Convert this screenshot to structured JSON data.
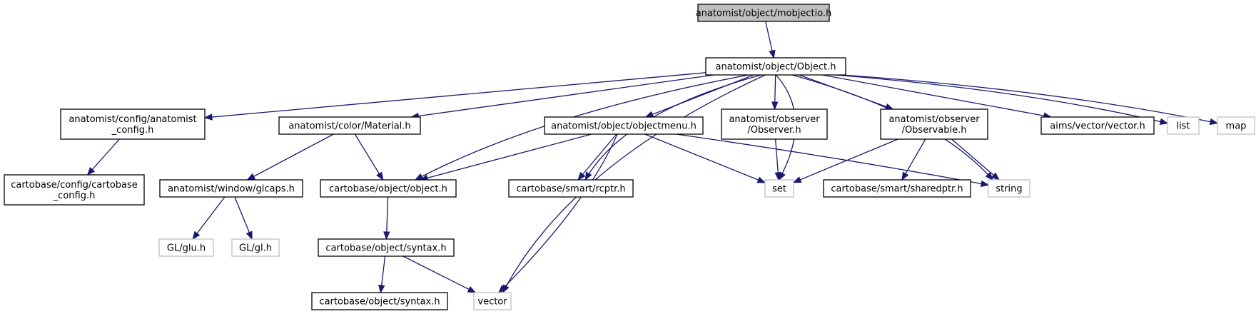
{
  "colors": {
    "edge": "#191970",
    "root_fill": "#bfbfbf",
    "node_border": "#000000",
    "external_border": "#bfbfbf",
    "background": "#ffffff"
  },
  "nodes": [
    {
      "id": "mobjectio",
      "kind": "root",
      "lines": [
        "anatomist/object/mobjectio.h"
      ]
    },
    {
      "id": "object_h",
      "kind": "normal",
      "lines": [
        "anatomist/object/Object.h"
      ]
    },
    {
      "id": "anatomist_config",
      "kind": "normal",
      "lines": [
        "anatomist/config/anatomist",
        "_config.h"
      ]
    },
    {
      "id": "cartobase_config",
      "kind": "normal",
      "lines": [
        "cartobase/config/cartobase",
        "_config.h"
      ]
    },
    {
      "id": "material",
      "kind": "normal",
      "lines": [
        "anatomist/color/Material.h"
      ]
    },
    {
      "id": "glcaps",
      "kind": "normal",
      "lines": [
        "anatomist/window/glcaps.h"
      ]
    },
    {
      "id": "glu",
      "kind": "external",
      "lines": [
        "GL/glu.h"
      ]
    },
    {
      "id": "gl",
      "kind": "external",
      "lines": [
        "GL/gl.h"
      ]
    },
    {
      "id": "cb_object",
      "kind": "normal",
      "lines": [
        "cartobase/object/object.h"
      ]
    },
    {
      "id": "cb_syntax",
      "kind": "normal",
      "lines": [
        "cartobase/object/syntax.h"
      ]
    },
    {
      "id": "cb_syntax2",
      "kind": "normal",
      "lines": [
        "cartobase/object/syntax.h"
      ]
    },
    {
      "id": "vector",
      "kind": "external",
      "lines": [
        "vector"
      ]
    },
    {
      "id": "objectmenu",
      "kind": "normal",
      "lines": [
        "anatomist/object/objectmenu.h"
      ]
    },
    {
      "id": "rcptr",
      "kind": "normal",
      "lines": [
        "cartobase/smart/rcptr.h"
      ]
    },
    {
      "id": "observer",
      "kind": "normal",
      "lines": [
        "anatomist/observer",
        "/Observer.h"
      ]
    },
    {
      "id": "set",
      "kind": "external",
      "lines": [
        "set"
      ]
    },
    {
      "id": "observable",
      "kind": "normal",
      "lines": [
        "anatomist/observer",
        "/Observable.h"
      ]
    },
    {
      "id": "sharedptr",
      "kind": "normal",
      "lines": [
        "cartobase/smart/sharedptr.h"
      ]
    },
    {
      "id": "string",
      "kind": "external",
      "lines": [
        "string"
      ]
    },
    {
      "id": "aims_vector",
      "kind": "normal",
      "lines": [
        "aims/vector/vector.h"
      ]
    },
    {
      "id": "list",
      "kind": "external",
      "lines": [
        "list"
      ]
    },
    {
      "id": "map",
      "kind": "external",
      "lines": [
        "map"
      ]
    }
  ],
  "edges": [
    [
      "mobjectio",
      "object_h"
    ],
    [
      "object_h",
      "anatomist_config"
    ],
    [
      "object_h",
      "material"
    ],
    [
      "object_h",
      "cb_object"
    ],
    [
      "object_h",
      "vector"
    ],
    [
      "object_h",
      "rcptr"
    ],
    [
      "object_h",
      "objectmenu"
    ],
    [
      "object_h",
      "observer"
    ],
    [
      "object_h",
      "set"
    ],
    [
      "object_h",
      "observable"
    ],
    [
      "object_h",
      "string"
    ],
    [
      "object_h",
      "aims_vector"
    ],
    [
      "object_h",
      "list"
    ],
    [
      "object_h",
      "map"
    ],
    [
      "anatomist_config",
      "cartobase_config"
    ],
    [
      "material",
      "glcaps"
    ],
    [
      "material",
      "cb_object"
    ],
    [
      "glcaps",
      "glu"
    ],
    [
      "glcaps",
      "gl"
    ],
    [
      "cb_object",
      "cb_syntax"
    ],
    [
      "cb_syntax",
      "cb_syntax2"
    ],
    [
      "cb_syntax",
      "vector"
    ],
    [
      "objectmenu",
      "cb_object"
    ],
    [
      "objectmenu",
      "rcptr"
    ],
    [
      "objectmenu",
      "vector"
    ],
    [
      "objectmenu",
      "set"
    ],
    [
      "objectmenu",
      "string"
    ],
    [
      "observer",
      "set"
    ],
    [
      "observable",
      "set"
    ],
    [
      "observable",
      "sharedptr"
    ],
    [
      "observable",
      "string"
    ]
  ]
}
